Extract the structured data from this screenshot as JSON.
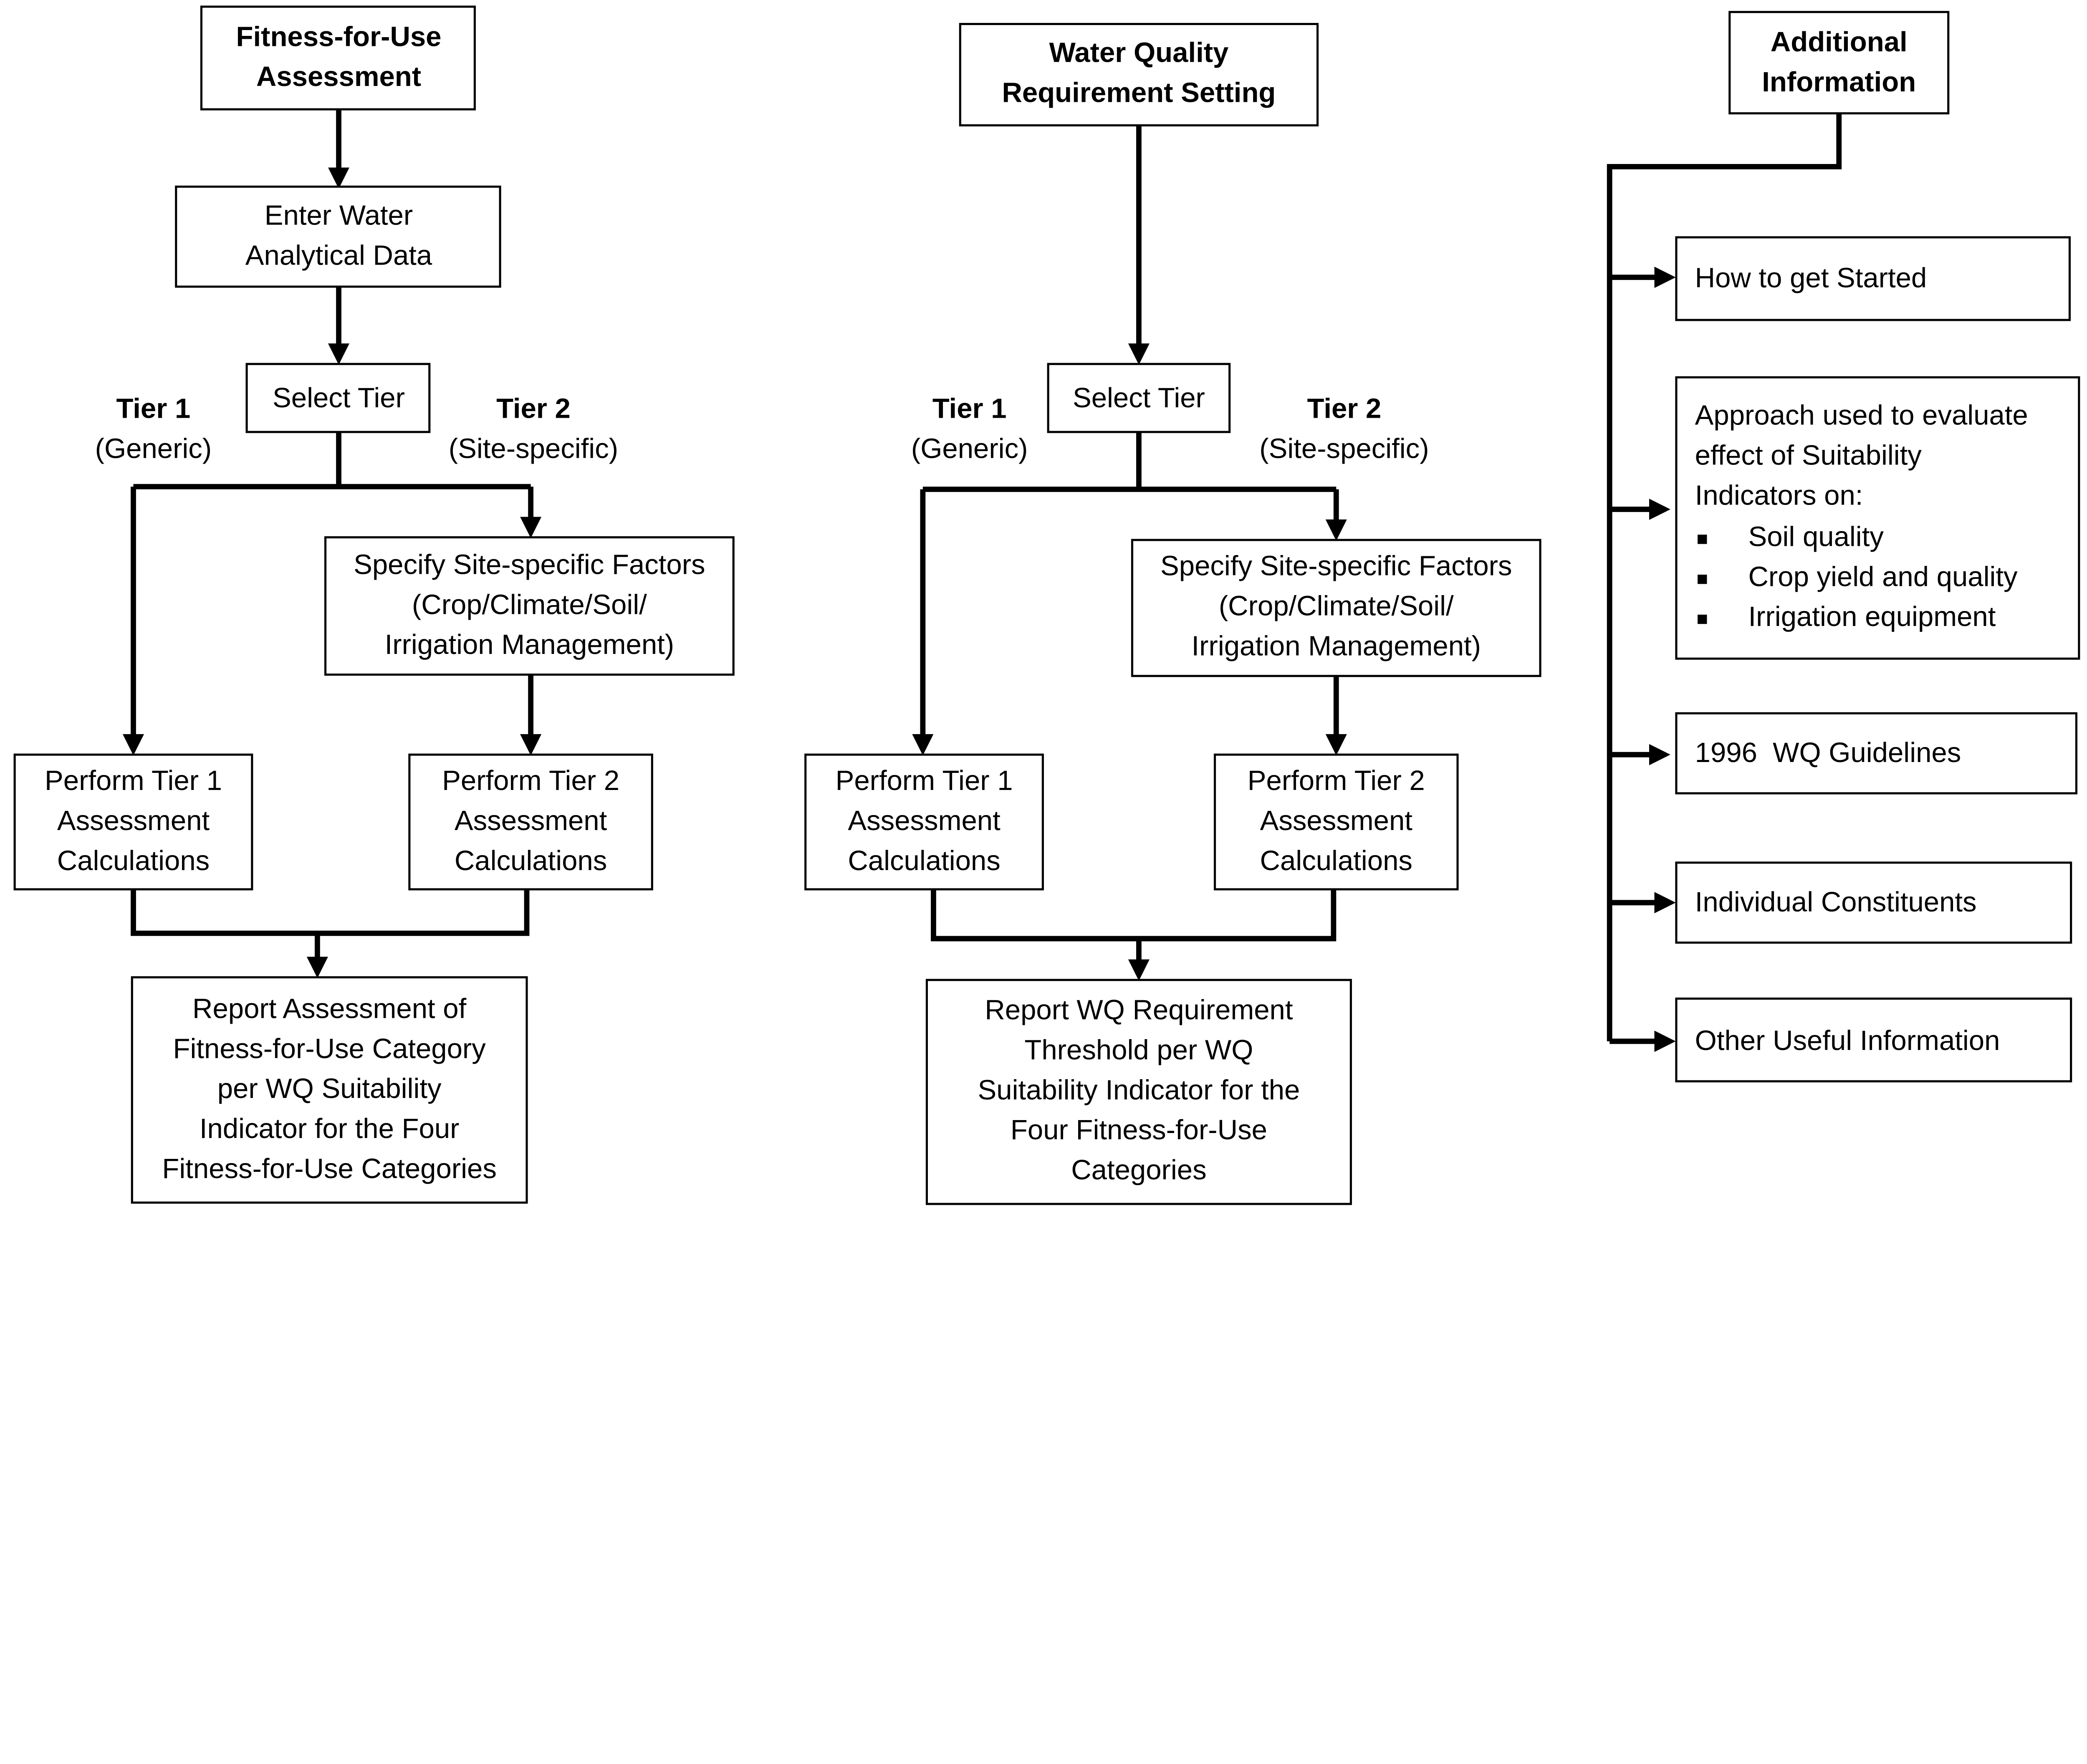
{
  "fitness": {
    "title": [
      "Fitness-for-Use",
      "Assessment"
    ],
    "enter_data": [
      "Enter Water",
      "Analytical Data"
    ],
    "select_tier": "Select Tier",
    "tier1": {
      "label": "Tier 1",
      "sub": "(Generic)"
    },
    "tier2": {
      "label": "Tier 2",
      "sub": "(Site-specific)"
    },
    "site_factors": [
      "Specify Site-specific Factors",
      "(Crop/Climate/Soil/",
      "Irrigation Management)"
    ],
    "perform1": [
      "Perform Tier 1",
      "Assessment",
      "Calculations"
    ],
    "perform2": [
      "Perform Tier 2",
      "Assessment",
      "Calculations"
    ],
    "report": [
      "Report Assessment of",
      "Fitness-for-Use Category",
      "per WQ Suitability",
      "Indicator for the Four",
      "Fitness-for-Use Categories"
    ]
  },
  "requirement": {
    "title": [
      "Water Quality",
      "Requirement Setting"
    ],
    "select_tier": "Select Tier",
    "tier1": {
      "label": "Tier 1",
      "sub": "(Generic)"
    },
    "tier2": {
      "label": "Tier 2",
      "sub": "(Site-specific)"
    },
    "site_factors": [
      "Specify Site-specific Factors",
      "(Crop/Climate/Soil/",
      "Irrigation Management)"
    ],
    "perform1": [
      "Perform Tier 1",
      "Assessment",
      "Calculations"
    ],
    "perform2": [
      "Perform Tier 2",
      "Assessment",
      "Calculations"
    ],
    "report": [
      "Report WQ Requirement",
      "Threshold per WQ",
      "Suitability Indicator for the",
      "Four Fitness-for-Use",
      "Categories"
    ]
  },
  "additional": {
    "title": [
      "Additional",
      "Information"
    ],
    "how_to": "How to get Started",
    "approach": [
      "Approach used to evaluate",
      "effect of Suitability",
      "Indicators on:"
    ],
    "bullets": [
      "Soil quality",
      "Crop yield and quality",
      "Irrigation equipment"
    ],
    "guidelines": "1996  WQ Guidelines",
    "constituents": "Individual Constituents",
    "other": "Other Useful Information"
  }
}
